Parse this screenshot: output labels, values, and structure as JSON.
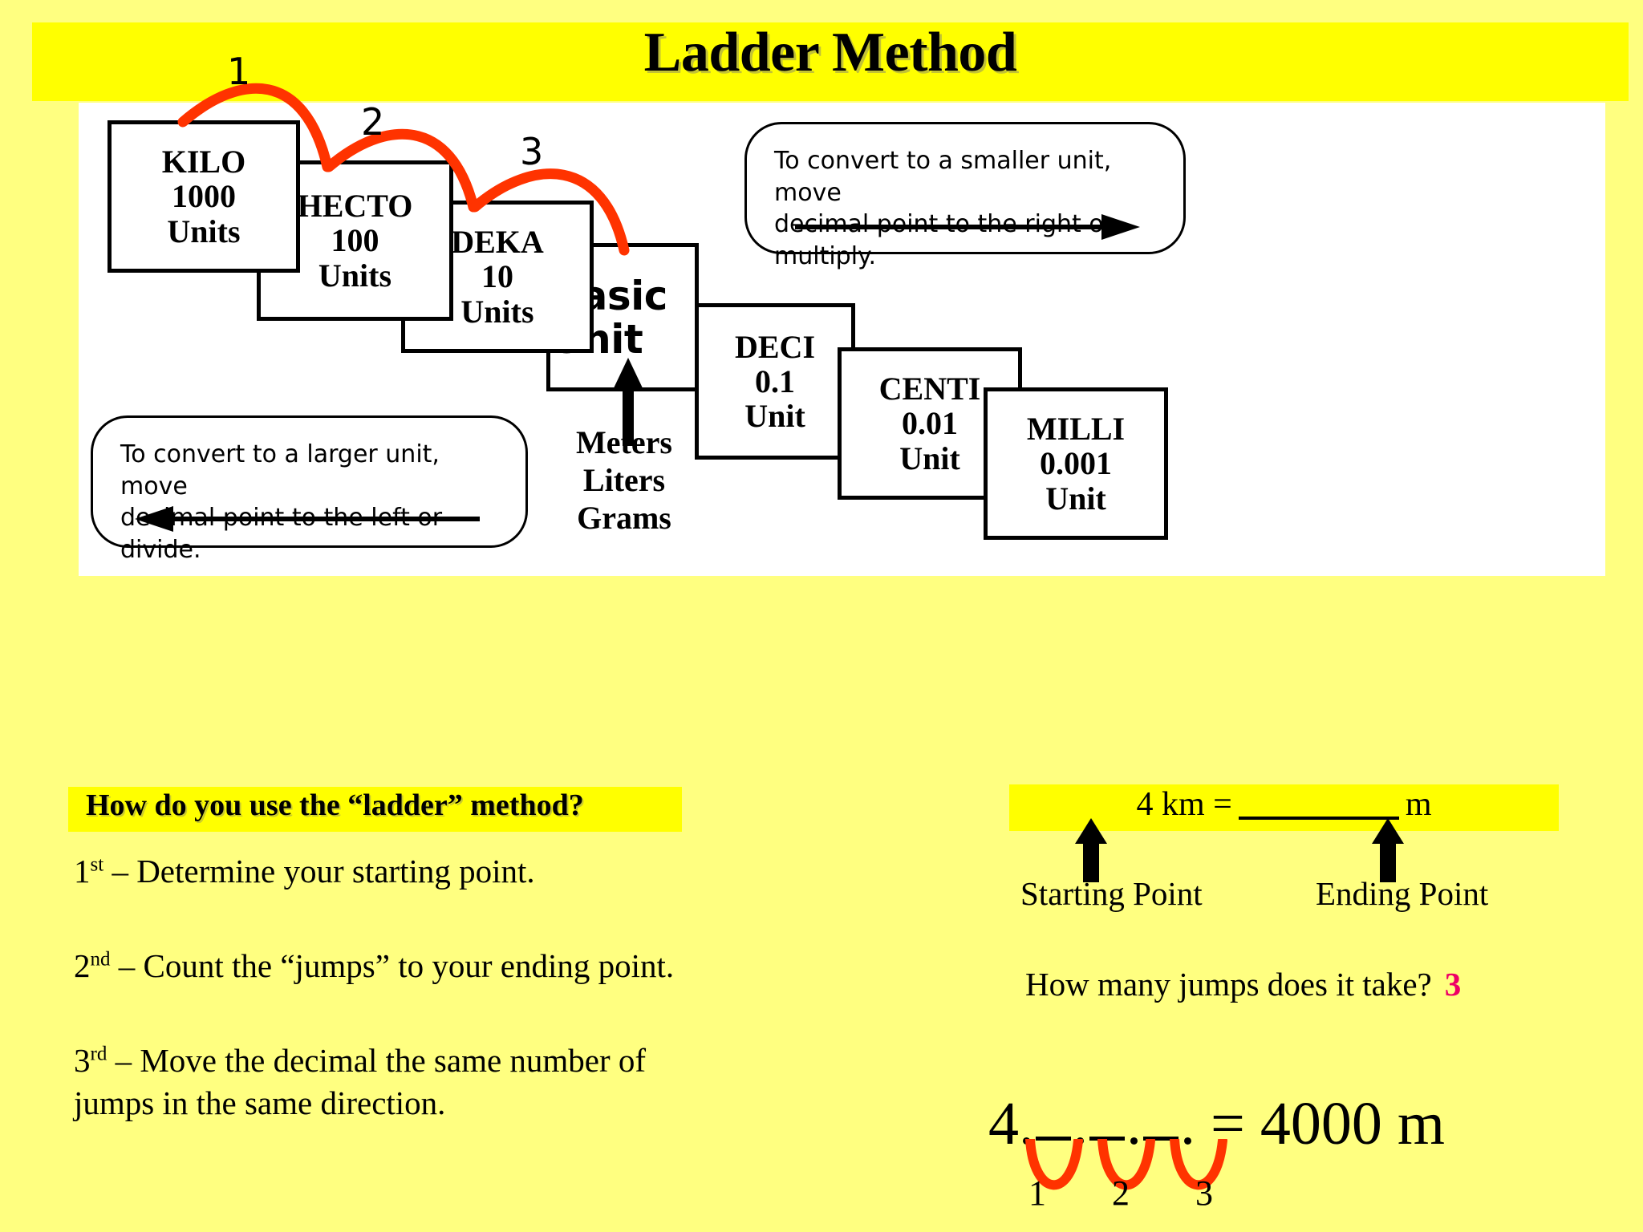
{
  "title": "Ladder Method",
  "ladder": {
    "steps": [
      {
        "name": "KILO",
        "value": "1000",
        "unit": "Units"
      },
      {
        "name": "HECTO",
        "value": "100",
        "unit": "Units"
      },
      {
        "name": "DEKA",
        "value": "10",
        "unit": "Units"
      },
      {
        "name": "Basic Unit",
        "value": "",
        "unit": ""
      },
      {
        "name": "DECI",
        "value": "0.1",
        "unit": "Unit"
      },
      {
        "name": "CENTI",
        "value": "0.01",
        "unit": "Unit"
      },
      {
        "name": "MILLI",
        "value": "0.001",
        "unit": "Unit"
      }
    ],
    "jump_labels": [
      "1",
      "2",
      "3"
    ],
    "jump_color": "#FF3300",
    "basic_unit_examples": [
      "Meters",
      "Liters",
      "Grams"
    ]
  },
  "callouts": {
    "smaller": {
      "line1": "To convert to a smaller unit, move",
      "line2": "decimal  point to the right or multiply.",
      "direction": "right"
    },
    "larger": {
      "line1": "To convert to a larger unit, move",
      "line2": "decimal  point to the left or divide.",
      "direction": "left"
    }
  },
  "instructions": {
    "heading": "How do you use the “ladder” method?",
    "steps": [
      {
        "ordinal": "1",
        "suffix": "st",
        "text": " – Determine your starting point."
      },
      {
        "ordinal": "2",
        "suffix": "nd",
        "text": " – Count the “jumps” to your ending point."
      },
      {
        "ordinal": "3",
        "suffix": "rd",
        "text": " – Move the decimal the same number of jumps in the same direction."
      }
    ]
  },
  "example": {
    "equation_left": "4 km =",
    "equation_right": "m",
    "starting_point_label": "Starting Point",
    "ending_point_label": "Ending Point",
    "jumps_question": "How many jumps does it take?",
    "jumps_answer": "3",
    "jumps_answer_color": "#EE0066",
    "final_value": "4.",
    "final_equals": "= 4000 m",
    "final_jump_labels": [
      "1",
      "2",
      "3"
    ]
  },
  "colors": {
    "page_background": "#FFFF80",
    "band_yellow": "#FFFF00",
    "panel_white": "#FFFFFF",
    "ink": "#000000",
    "arc_red": "#FF3300",
    "accent_pink": "#EE0066"
  }
}
